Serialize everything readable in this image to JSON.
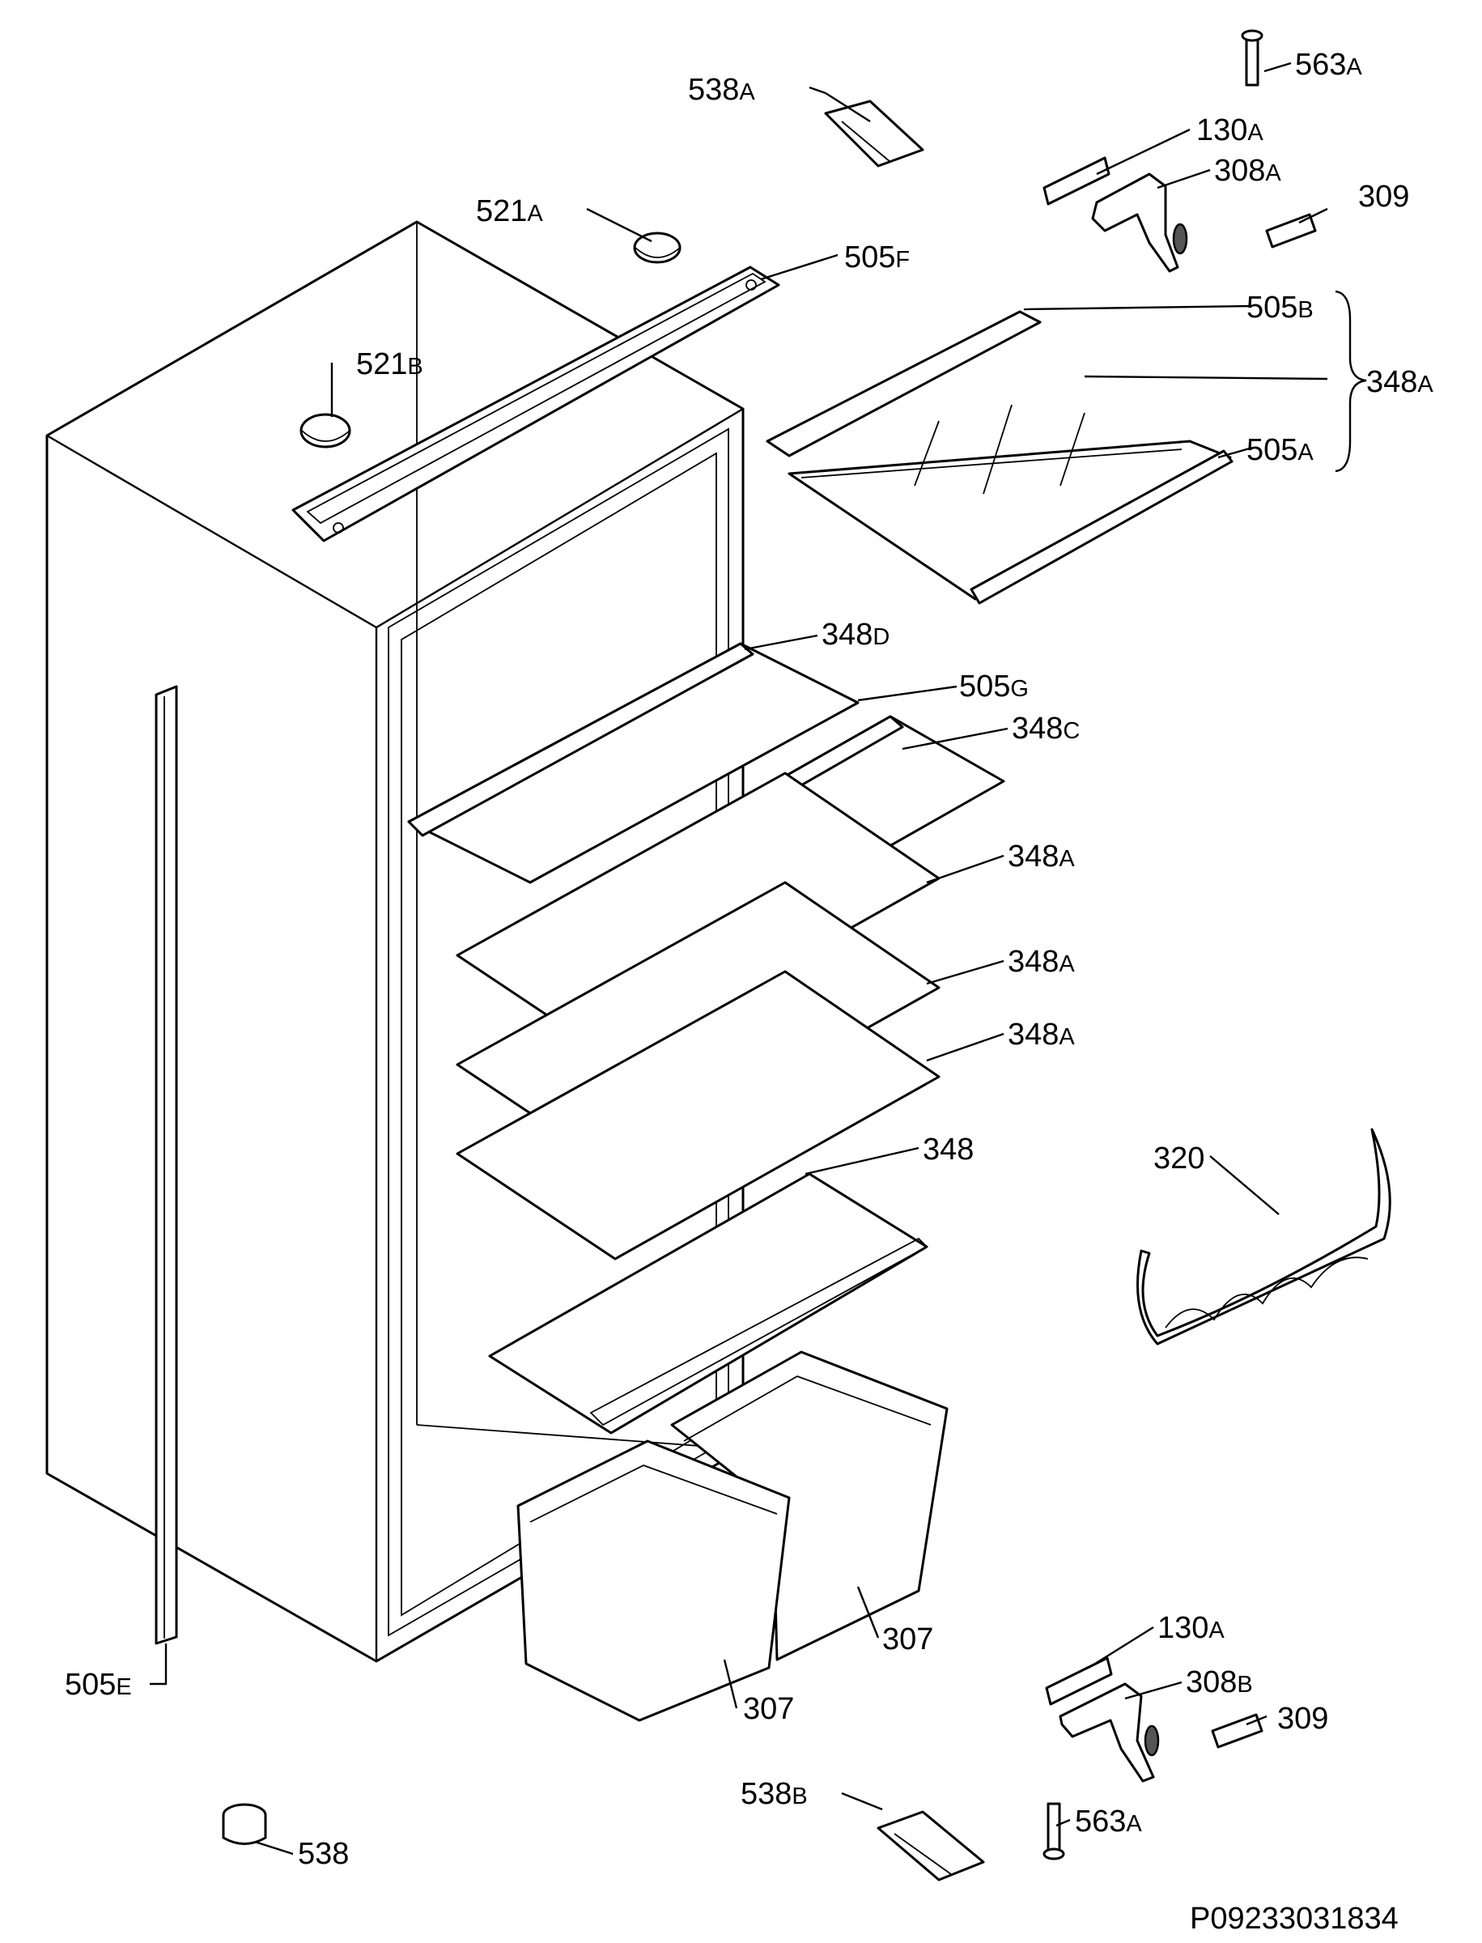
{
  "diagram": {
    "drawing_code": "P09233031834",
    "labels": [
      {
        "num": "563",
        "suffix": "A"
      },
      {
        "num": "538",
        "suffix": "A"
      },
      {
        "num": "130",
        "suffix": "A"
      },
      {
        "num": "308",
        "suffix": "A"
      },
      {
        "num": "309",
        "suffix": ""
      },
      {
        "num": "521",
        "suffix": "A"
      },
      {
        "num": "505",
        "suffix": "F"
      },
      {
        "num": "521",
        "suffix": "B"
      },
      {
        "num": "505",
        "suffix": "B"
      },
      {
        "num": "348",
        "suffix": "A"
      },
      {
        "num": "505",
        "suffix": "A"
      },
      {
        "num": "348",
        "suffix": "D"
      },
      {
        "num": "505",
        "suffix": "G"
      },
      {
        "num": "348",
        "suffix": "C"
      },
      {
        "num": "348",
        "suffix": "A"
      },
      {
        "num": "348",
        "suffix": "A"
      },
      {
        "num": "348",
        "suffix": "A"
      },
      {
        "num": "348",
        "suffix": ""
      },
      {
        "num": "320",
        "suffix": ""
      },
      {
        "num": "307",
        "suffix": ""
      },
      {
        "num": "307",
        "suffix": ""
      },
      {
        "num": "505",
        "suffix": "E"
      },
      {
        "num": "130",
        "suffix": "A"
      },
      {
        "num": "308",
        "suffix": "B"
      },
      {
        "num": "309",
        "suffix": ""
      },
      {
        "num": "538",
        "suffix": "B"
      },
      {
        "num": "563",
        "suffix": "A"
      },
      {
        "num": "538",
        "suffix": ""
      }
    ]
  }
}
